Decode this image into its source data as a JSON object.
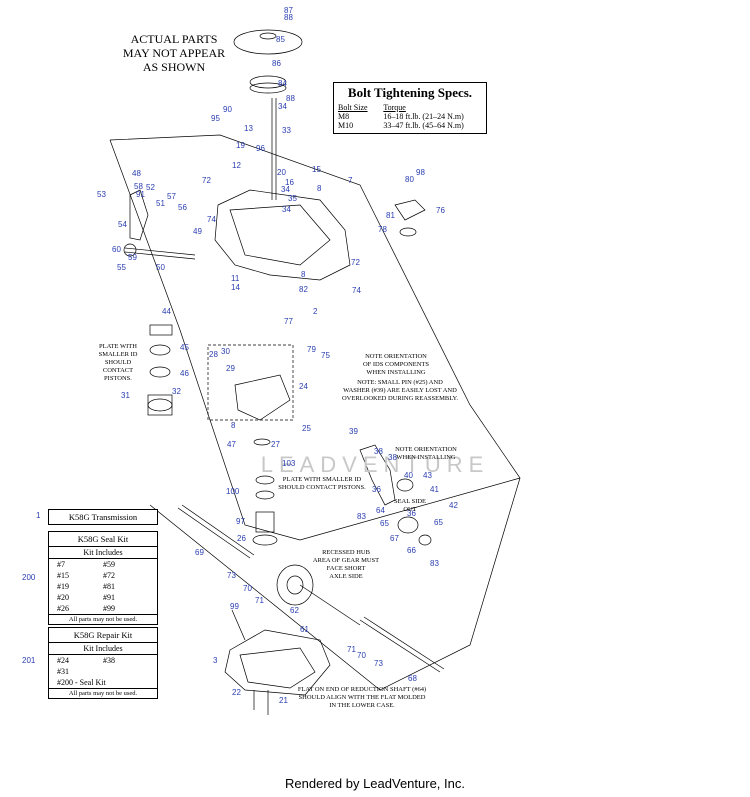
{
  "header_note": [
    "ACTUAL PARTS",
    "MAY NOT APPEAR",
    "AS SHOWN"
  ],
  "bolt_specs": {
    "title": "Bolt Tightening Specs.",
    "col_size": "Bolt Size",
    "col_torque": "Torque",
    "rows": [
      {
        "size": "M8",
        "torque": "16–18 ft.lb. (21–24 N.m)"
      },
      {
        "size": "M10",
        "torque": "33–47 ft.lb. (45–64 N.m)"
      }
    ]
  },
  "kits": {
    "transmission": {
      "callout": "1",
      "title": "K58G Transmission"
    },
    "seal": {
      "callout": "200",
      "title": "K58G Seal Kit",
      "includes": "Kit Includes",
      "items": [
        "#7",
        "#59",
        "#15",
        "#72",
        "#19",
        "#81",
        "#20",
        "#91",
        "#26",
        "#99"
      ],
      "note": "All parts may not be used."
    },
    "repair": {
      "callout": "201",
      "title": "K58G Repair Kit",
      "includes": "Kit Includes",
      "items": [
        "#24",
        "#38",
        "#31",
        "",
        "#200 - Seal Kit",
        ""
      ],
      "note": "All parts may not be used."
    }
  },
  "notes": {
    "plate_left": [
      "PLATE WITH",
      "SMALLER ID",
      "SHOULD",
      "CONTACT",
      "PISTONS."
    ],
    "ids_orientation": [
      "NOTE ORIENTATION",
      "OF IDS COMPONENTS",
      "WHEN INSTALLING"
    ],
    "small_pin": [
      "NOTE: SMALL PIN (#25) AND",
      "WASHER (#39) ARE EASILY LOST AND",
      "OVERLOOKED DURING REASSEMBLY."
    ],
    "orientation_right": [
      "NOTE ORIENTATION",
      "WHEN INSTALLING"
    ],
    "plate_center": [
      "PLATE WITH SMALLER ID",
      "SHOULD CONTACT PISTONS."
    ],
    "seal_side": [
      "SEAL SIDE",
      "OUT"
    ],
    "recessed_hub": [
      "RECESSED HUB",
      "AREA OF GEAR MUST",
      "FACE SHORT",
      "AXLE SIDE"
    ],
    "flat_end": [
      "FLAT ON END OF REDUCTION SHAFT (#64)",
      "SHOULD ALIGN WITH THE FLAT MOLDED",
      "IN THE LOWER CASE."
    ]
  },
  "part_numbers": [
    "87",
    "88",
    "85",
    "86",
    "84",
    "88",
    "34",
    "90",
    "95",
    "13",
    "33",
    "19",
    "96",
    "12",
    "20",
    "16",
    "34",
    "35",
    "34",
    "15",
    "8",
    "7",
    "98",
    "80",
    "76",
    "81",
    "78",
    "48",
    "58",
    "53",
    "91",
    "52",
    "57",
    "51",
    "56",
    "74",
    "54",
    "49",
    "60",
    "59",
    "55",
    "50",
    "72",
    "11",
    "8",
    "14",
    "82",
    "72",
    "74",
    "2",
    "77",
    "79",
    "75",
    "44",
    "45",
    "46",
    "28",
    "30",
    "29",
    "24",
    "31",
    "32",
    "25",
    "39",
    "8",
    "47",
    "27",
    "103",
    "38",
    "36",
    "38",
    "40",
    "43",
    "41",
    "42",
    "100",
    "97",
    "26",
    "64",
    "65",
    "36",
    "67",
    "66",
    "65",
    "83",
    "83",
    "69",
    "73",
    "70",
    "71",
    "62",
    "61",
    "71",
    "70",
    "73",
    "68",
    "99",
    "3",
    "22",
    "21"
  ],
  "footer": "Rendered by LeadVenture, Inc."
}
